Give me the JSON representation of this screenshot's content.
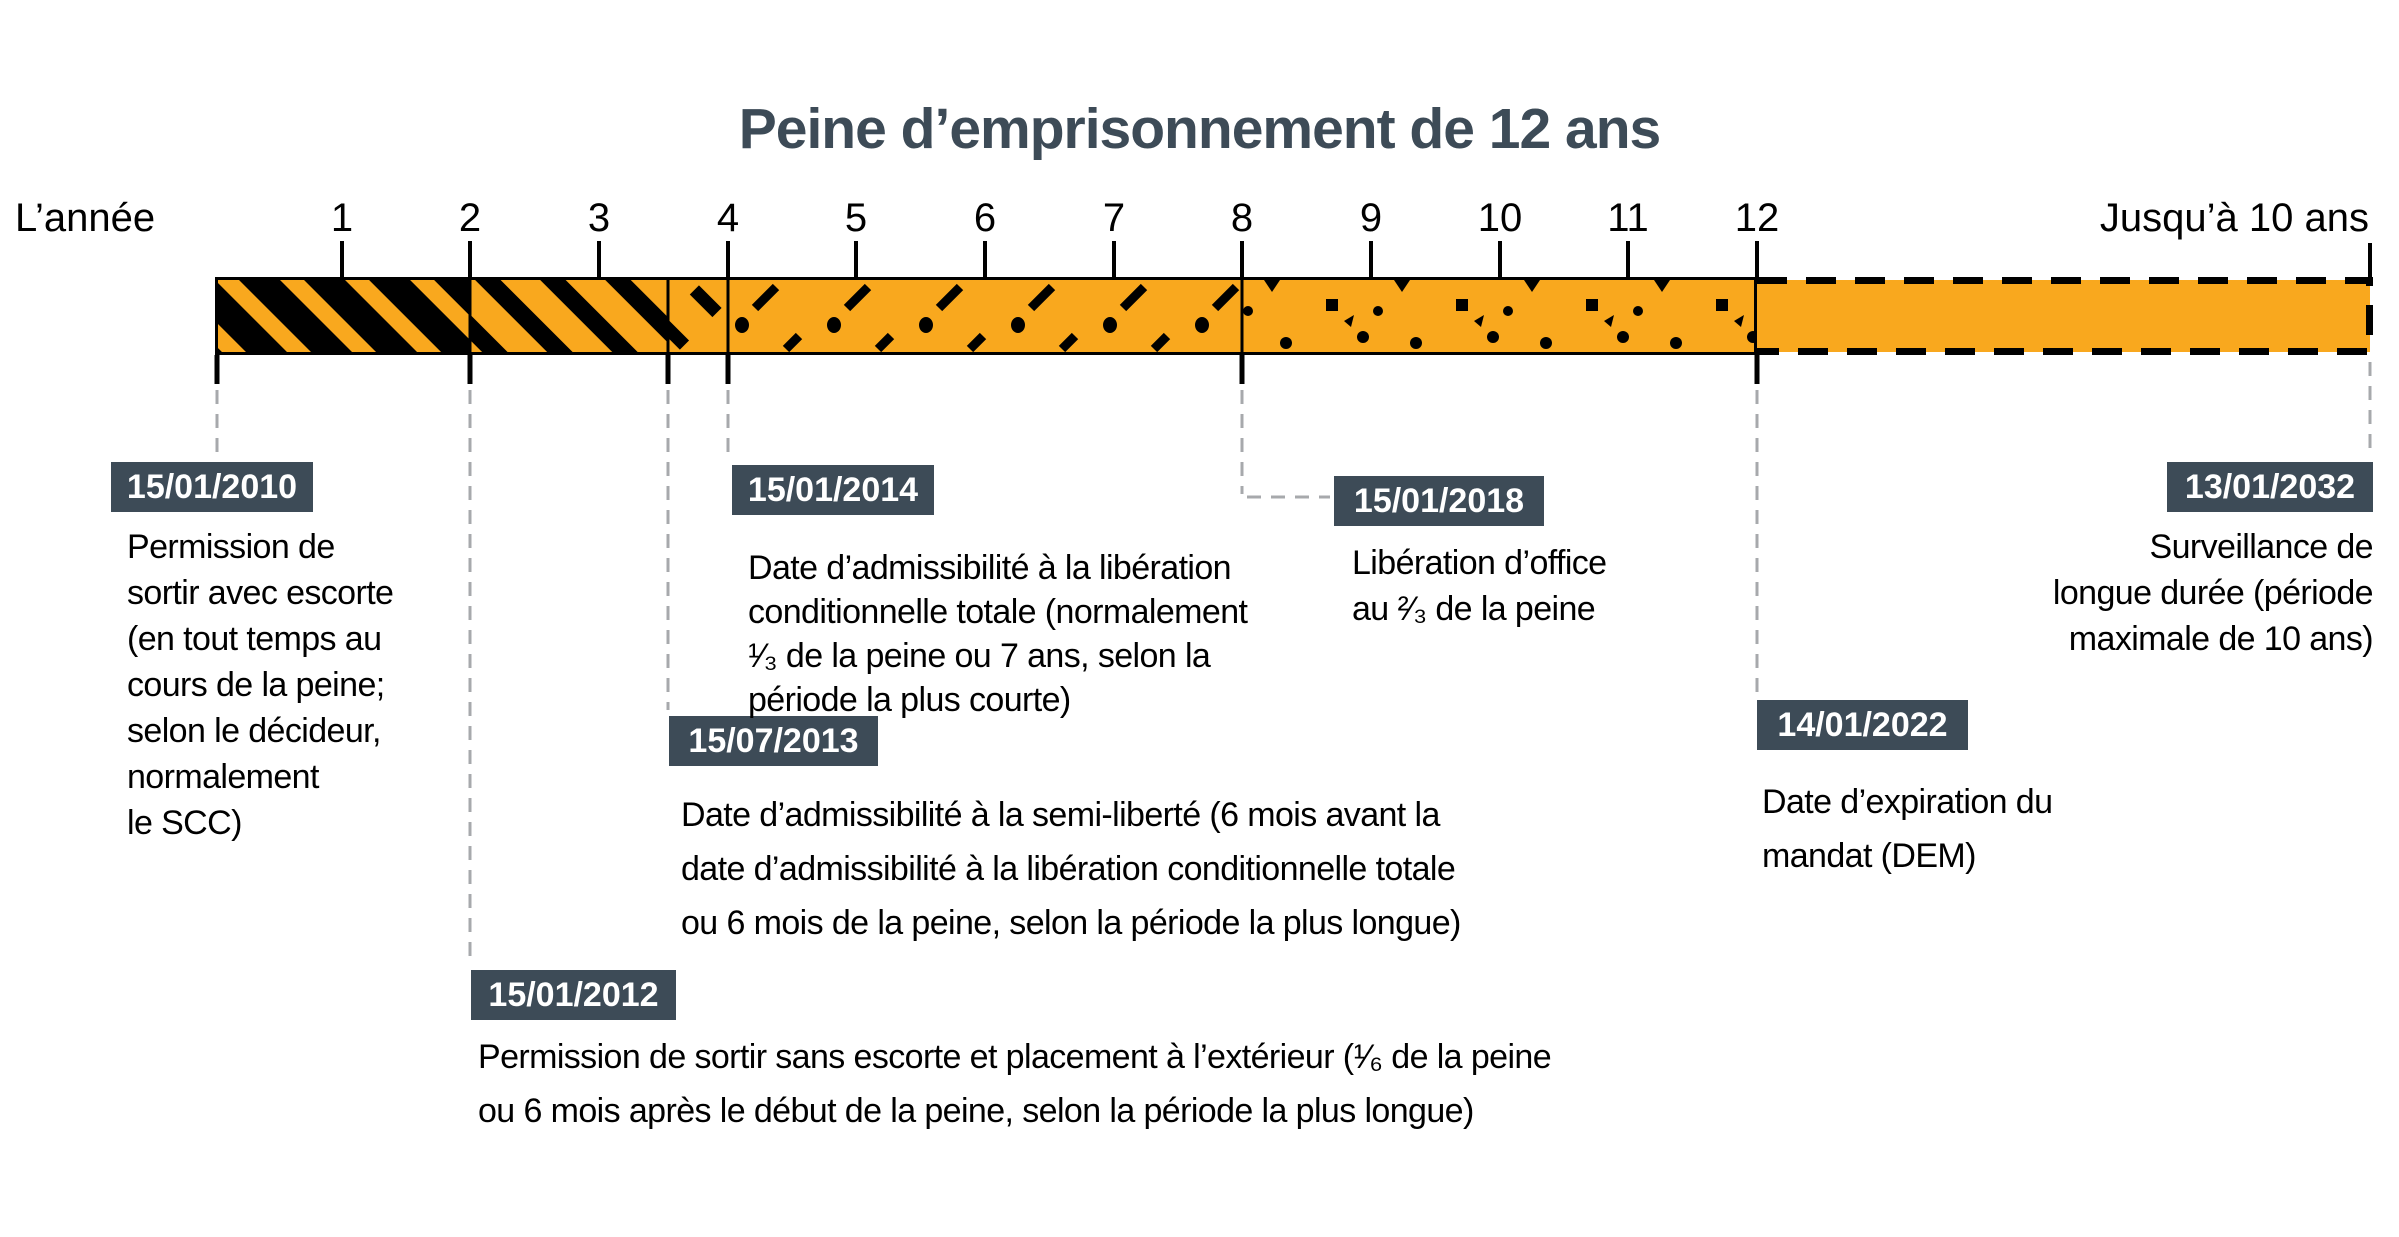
{
  "title": "Peine d’emprisonnement de 12 ans",
  "axis": {
    "left_label": "L’année",
    "right_label": "Jusqu’à 10 ans",
    "years": [
      "1",
      "2",
      "3",
      "4",
      "5",
      "6",
      "7",
      "8",
      "9",
      "10",
      "11",
      "12"
    ]
  },
  "colors": {
    "accent_orange": "#F9A81E",
    "label_slate": "#3D4B57",
    "connector_gray": "#A7A9AC",
    "ink_black": "#000000"
  },
  "bar_segments": [
    {
      "from_year": 0,
      "to_year": 2,
      "pattern": "orange-diagonal-stripes-on-black"
    },
    {
      "from_year": 2,
      "to_year": 3.5,
      "pattern": "black-diagonal-stripes-on-orange"
    },
    {
      "from_year": 3.5,
      "to_year": 4,
      "pattern": "dashed-diagonal-on-orange"
    },
    {
      "from_year": 4,
      "to_year": 8,
      "pattern": "dash-dot-on-orange"
    },
    {
      "from_year": 8,
      "to_year": 12,
      "pattern": "sparse-speckle-on-orange"
    },
    {
      "from_year": 12,
      "to_year": "jusqu'à 10 ans de plus",
      "pattern": "plain-orange-dashed-outline"
    }
  ],
  "events": [
    {
      "date": "15/01/2010",
      "text": "Permission de\nsortir avec escorte\n(en tout temps au\ncours de la peine;\nselon le décideur,\nnormalement\nle SCC)"
    },
    {
      "date": "15/01/2012",
      "text": "Permission de sortir sans escorte et placement à l’extérieur (¹⁄₆ de la peine\nou 6 mois après le début de la peine, selon la période la plus longue)"
    },
    {
      "date": "15/07/2013",
      "text": "Date d’admissibilité à la semi-liberté (6 mois avant la\ndate d’admissibilité à la libération conditionnelle totale\nou 6 mois de la peine, selon la période la plus longue)"
    },
    {
      "date": "15/01/2014",
      "text": "Date d’admissibilité à la libération\nconditionnelle totale (normalement\n¹⁄₃ de la peine ou 7 ans, selon la\npériode la plus courte)"
    },
    {
      "date": "15/01/2018",
      "text": "Libération d’office\nau ²⁄₃ de la peine"
    },
    {
      "date": "14/01/2022",
      "text": "Date d’expiration du\nmandat (DEM)"
    },
    {
      "date": "13/01/2032",
      "text": "Surveillance de\nlongue durée (période\nmaximale de 10 ans)"
    }
  ]
}
